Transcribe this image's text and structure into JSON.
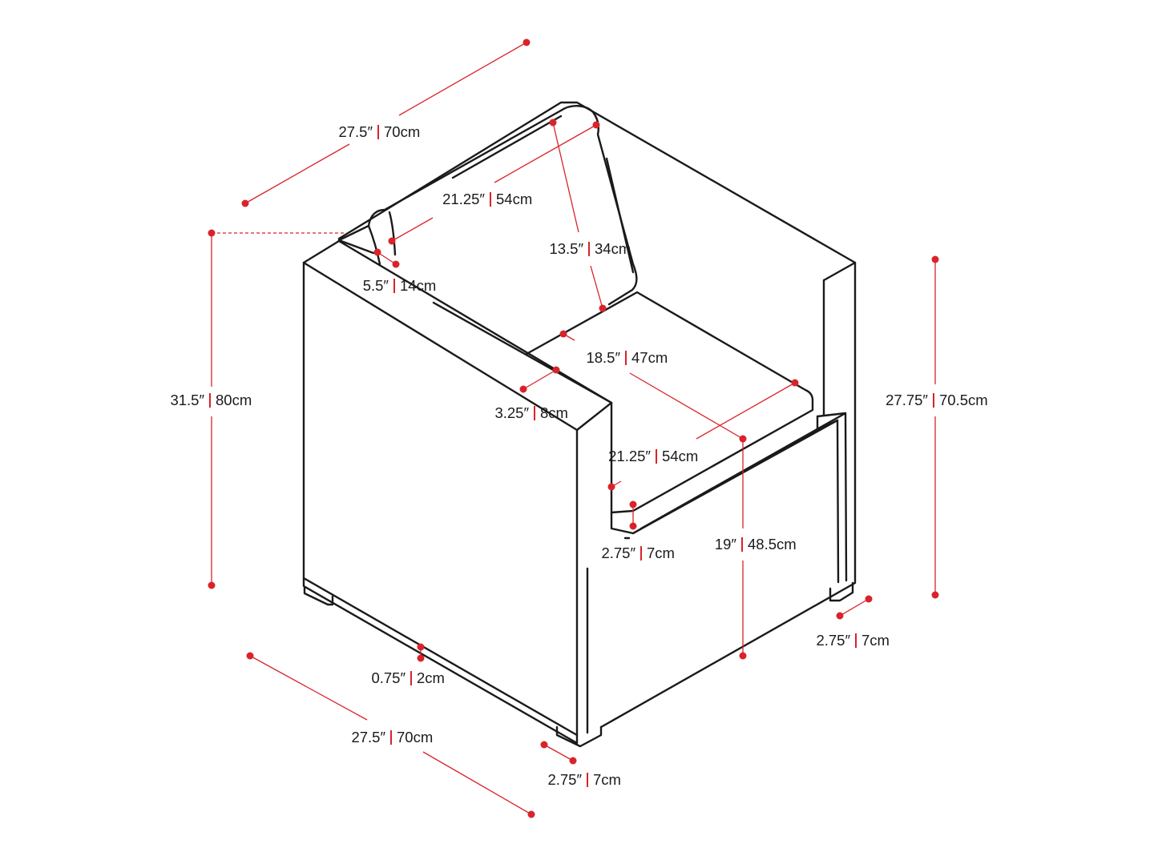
{
  "accent_color": "#d9232a",
  "outline_color": "#1a1a1a",
  "dimensions": [
    {
      "id": "top-depth",
      "imperial": "27.5″",
      "metric": "70cm"
    },
    {
      "id": "back-cushion-width",
      "imperial": "21.25″",
      "metric": "54cm"
    },
    {
      "id": "back-cushion-height",
      "imperial": "13.5″",
      "metric": "34cm"
    },
    {
      "id": "back-thickness",
      "imperial": "5.5″",
      "metric": "14cm"
    },
    {
      "id": "seat-depth",
      "imperial": "18.5″",
      "metric": "47cm"
    },
    {
      "id": "total-height",
      "imperial": "31.5″",
      "metric": "80cm"
    },
    {
      "id": "arm-width",
      "imperial": "3.25″",
      "metric": "8cm"
    },
    {
      "id": "arm-height",
      "imperial": "27.75″",
      "metric": "70.5cm"
    },
    {
      "id": "seat-width",
      "imperial": "21.25″",
      "metric": "54cm"
    },
    {
      "id": "cushion-thickness",
      "imperial": "2.75″",
      "metric": "7cm"
    },
    {
      "id": "seat-height",
      "imperial": "19″",
      "metric": "48.5cm"
    },
    {
      "id": "leg-right",
      "imperial": "2.75″",
      "metric": "7cm"
    },
    {
      "id": "leg-height",
      "imperial": "0.75″",
      "metric": "2cm"
    },
    {
      "id": "bottom-width",
      "imperial": "27.5″",
      "metric": "70cm"
    },
    {
      "id": "leg-front",
      "imperial": "2.75″",
      "metric": "7cm"
    }
  ]
}
